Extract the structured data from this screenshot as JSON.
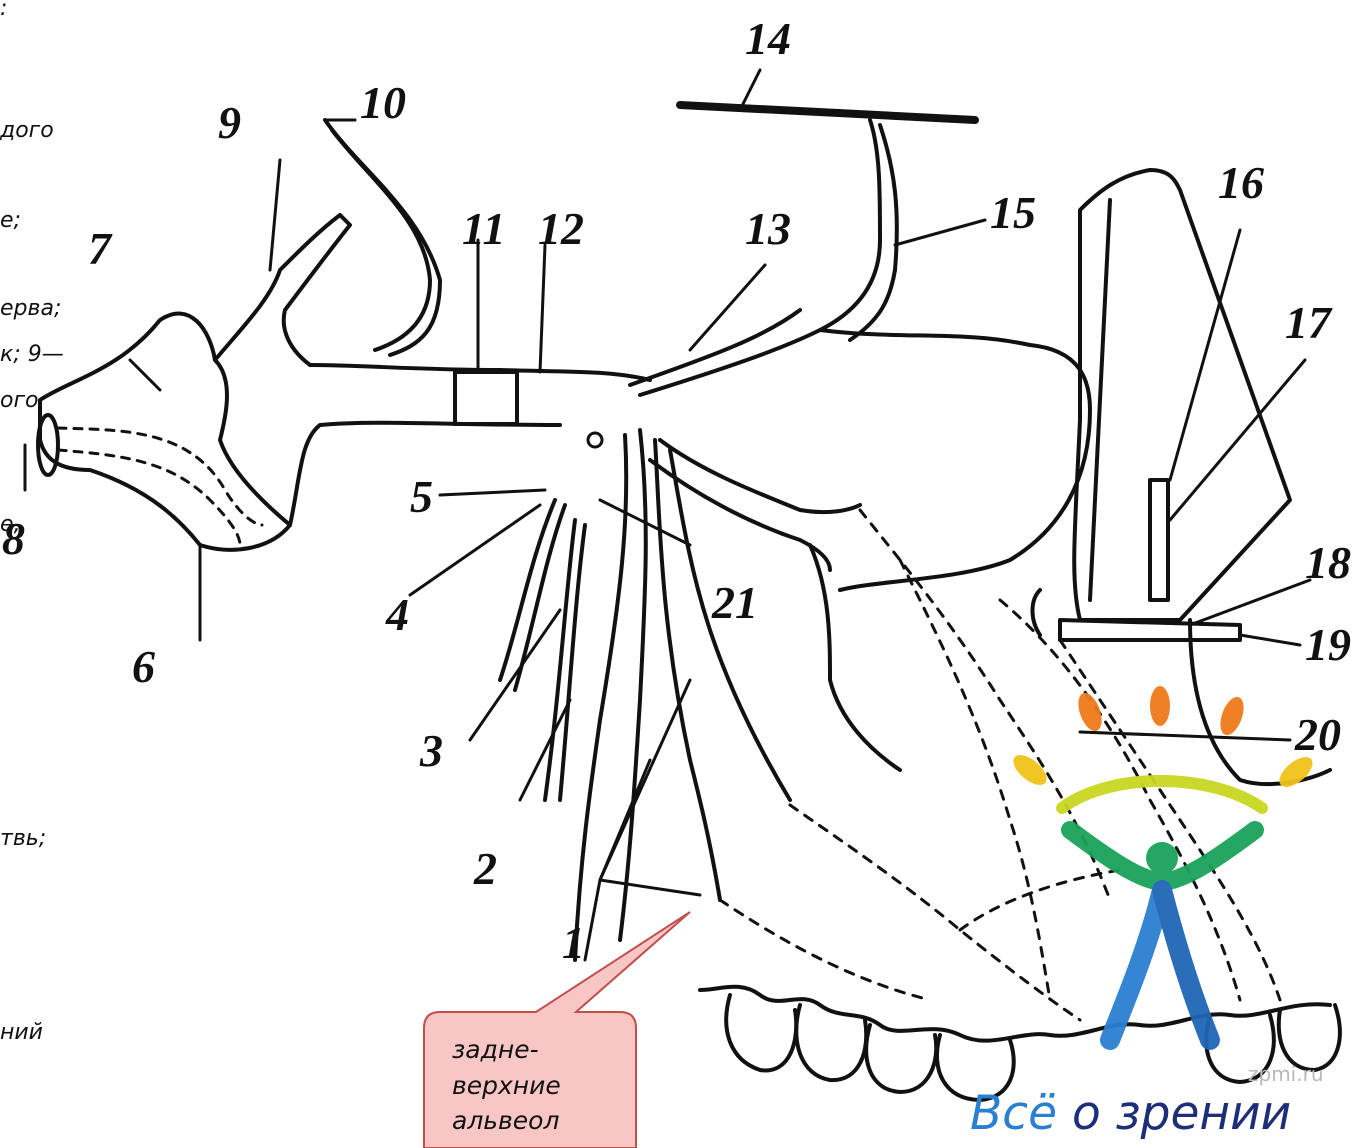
{
  "left_text": {
    "l1": ":",
    "l2": "дого",
    "l3": "е;",
    "l4": "ерва;",
    "l5": "к; 9—",
    "l6": "ого",
    "l7": "е,",
    "l8": "твь;",
    "l9": "ний"
  },
  "labels": {
    "n1": "1",
    "n2": "2",
    "n3": "3",
    "n4": "4",
    "n5": "5",
    "n6": "6",
    "n7": "7",
    "n8": "8",
    "n9": "9",
    "n10": "10",
    "n11": "11",
    "n12": "12",
    "n13": "13",
    "n14": "14",
    "n15": "15",
    "n16": "16",
    "n17": "17",
    "n18": "18",
    "n19": "19",
    "n20": "20",
    "n21": "21"
  },
  "callout": {
    "line1": "задне-",
    "line2": "верхние",
    "line3": "альвеол",
    "fill": "#f9c6c6",
    "stroke": "#c0504d"
  },
  "watermark": {
    "site": "zpmi.ru",
    "brand_accent": "Всё",
    "brand_rest": " о зрении",
    "colors": {
      "orange": "#f07a1a",
      "yellow": "#f2c21b",
      "green": "#1aa35a",
      "blue": "#2b7fd0",
      "navy": "#1e2f7a"
    }
  }
}
